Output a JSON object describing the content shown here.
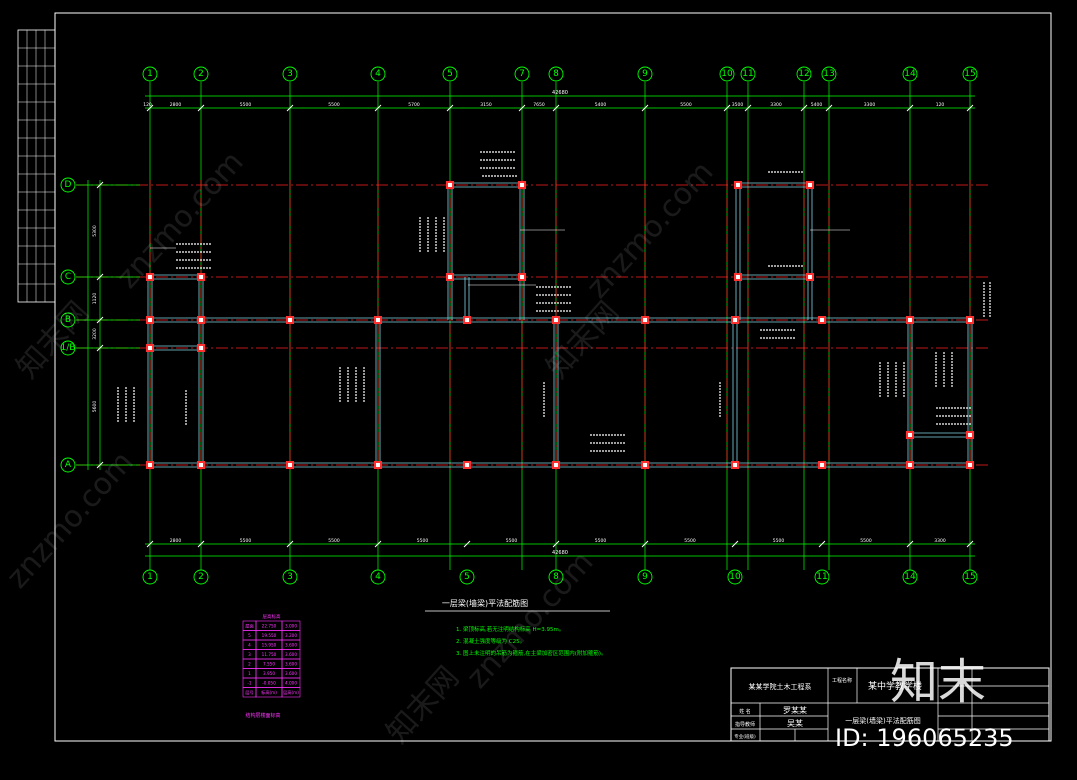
{
  "drawing": {
    "axes_top": [
      "1",
      "2",
      "3",
      "4",
      "5",
      "7",
      "8",
      "9",
      "10",
      "11",
      "12",
      "13",
      "14",
      "15"
    ],
    "axes_bottom": [
      "1",
      "2",
      "3",
      "4",
      "5",
      "8",
      "9",
      "10",
      "11",
      "14",
      "15"
    ],
    "axes_left": [
      "D",
      "C",
      "B",
      "1/B",
      "A"
    ],
    "dims_top": [
      "120",
      "2800",
      "5500",
      "5500",
      "5700",
      "3150",
      "7650",
      "5400",
      "5500",
      "3500",
      "3300",
      "5400",
      "3300",
      "120"
    ],
    "dims_bottom": [
      "2800",
      "5500",
      "5500",
      "5500",
      "5500",
      "5500",
      "5500",
      "5500",
      "5500",
      "3300"
    ],
    "overall_length": "42680",
    "dims_left": [
      "5300",
      "1120",
      "3200",
      "5600"
    ],
    "section_title": "一层梁(墙梁)平法配筋图",
    "notes": [
      "1. 梁顶标高,若无注明结构标高 H=3.95m。",
      "2. 混凝土强度等级为 C25。",
      "3. 图上未注明的吊筋为箍筋,在主梁加密区范围内(附加箍筋)。"
    ],
    "table_title": "层高标高",
    "table_rows": [
      [
        "屋面",
        "22.750",
        "3.000"
      ],
      [
        "5",
        "19.550",
        "3.200"
      ],
      [
        "4",
        "15.950",
        "3.600"
      ],
      [
        "3",
        "11.750",
        "3.600"
      ],
      [
        "2",
        "7.550",
        "3.600"
      ],
      [
        "1",
        "3.950",
        "3.600"
      ],
      [
        "-1",
        "-0.050",
        "4.000"
      ],
      [
        "层号",
        "标高(m)",
        "层高(m)"
      ]
    ],
    "table_caption": "结构层楼面标高",
    "title_block": {
      "school": "某某学院土木工程系",
      "project_label": "工程名称",
      "project": "某中学教学楼",
      "drawing_name": "一层梁(墙梁)平法配筋图",
      "name_label": "姓 名",
      "designer": "罗某某",
      "advisor_label": "指导教师",
      "advisor": "吴某",
      "date_label": "专业(班级)"
    },
    "watermark": "znzmo.com",
    "watermark_cn": "知末网",
    "brand": "知末",
    "id_text": "ID: 196065235"
  }
}
